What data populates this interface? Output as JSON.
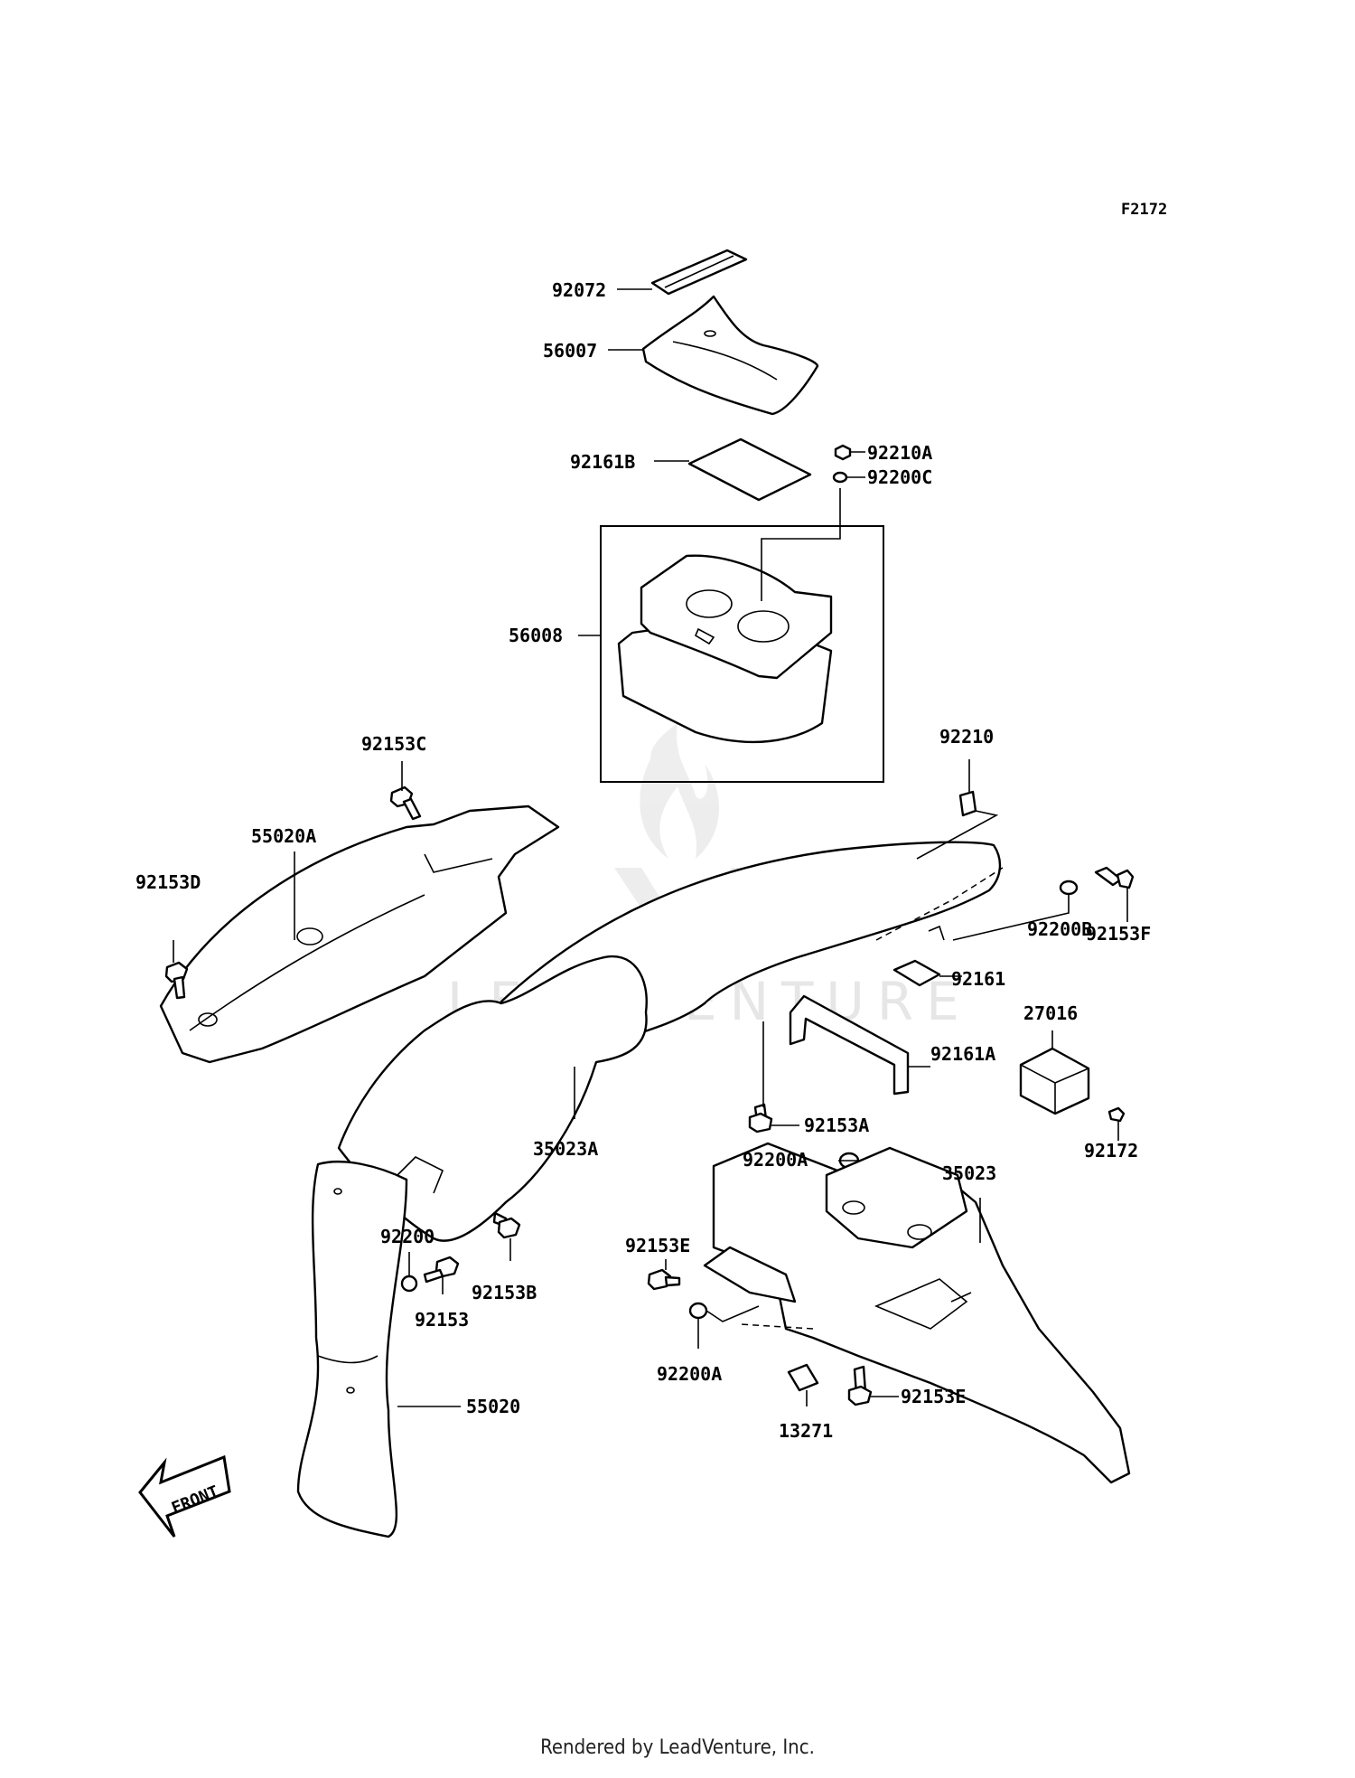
{
  "figure_code": "F2172",
  "watermark": "LEADVENTURE",
  "footer": "Rendered by LeadVenture, Inc.",
  "front_badge": "FRONT",
  "parts": {
    "p92072": "92072",
    "p56007": "56007",
    "p92161B": "92161B",
    "p92210A": "92210A",
    "p92200C": "92200C",
    "p56008": "56008",
    "p92210": "92210",
    "p92153C": "92153C",
    "p55020A": "55020A",
    "p92153D": "92153D",
    "p92200B": "92200B",
    "p92153F": "92153F",
    "p92161": "92161",
    "p27016": "27016",
    "p92161A": "92161A",
    "p92153A": "92153A",
    "p35023A": "35023A",
    "p92172": "92172",
    "p92200A_top": "92200A",
    "p35023": "35023",
    "p92200": "92200",
    "p92153B": "92153B",
    "p92153E_left": "92153E",
    "p92153": "92153",
    "p92200A_bottom": "92200A",
    "p55020": "55020",
    "p92153E_right": "92153E",
    "p13271": "13271"
  }
}
